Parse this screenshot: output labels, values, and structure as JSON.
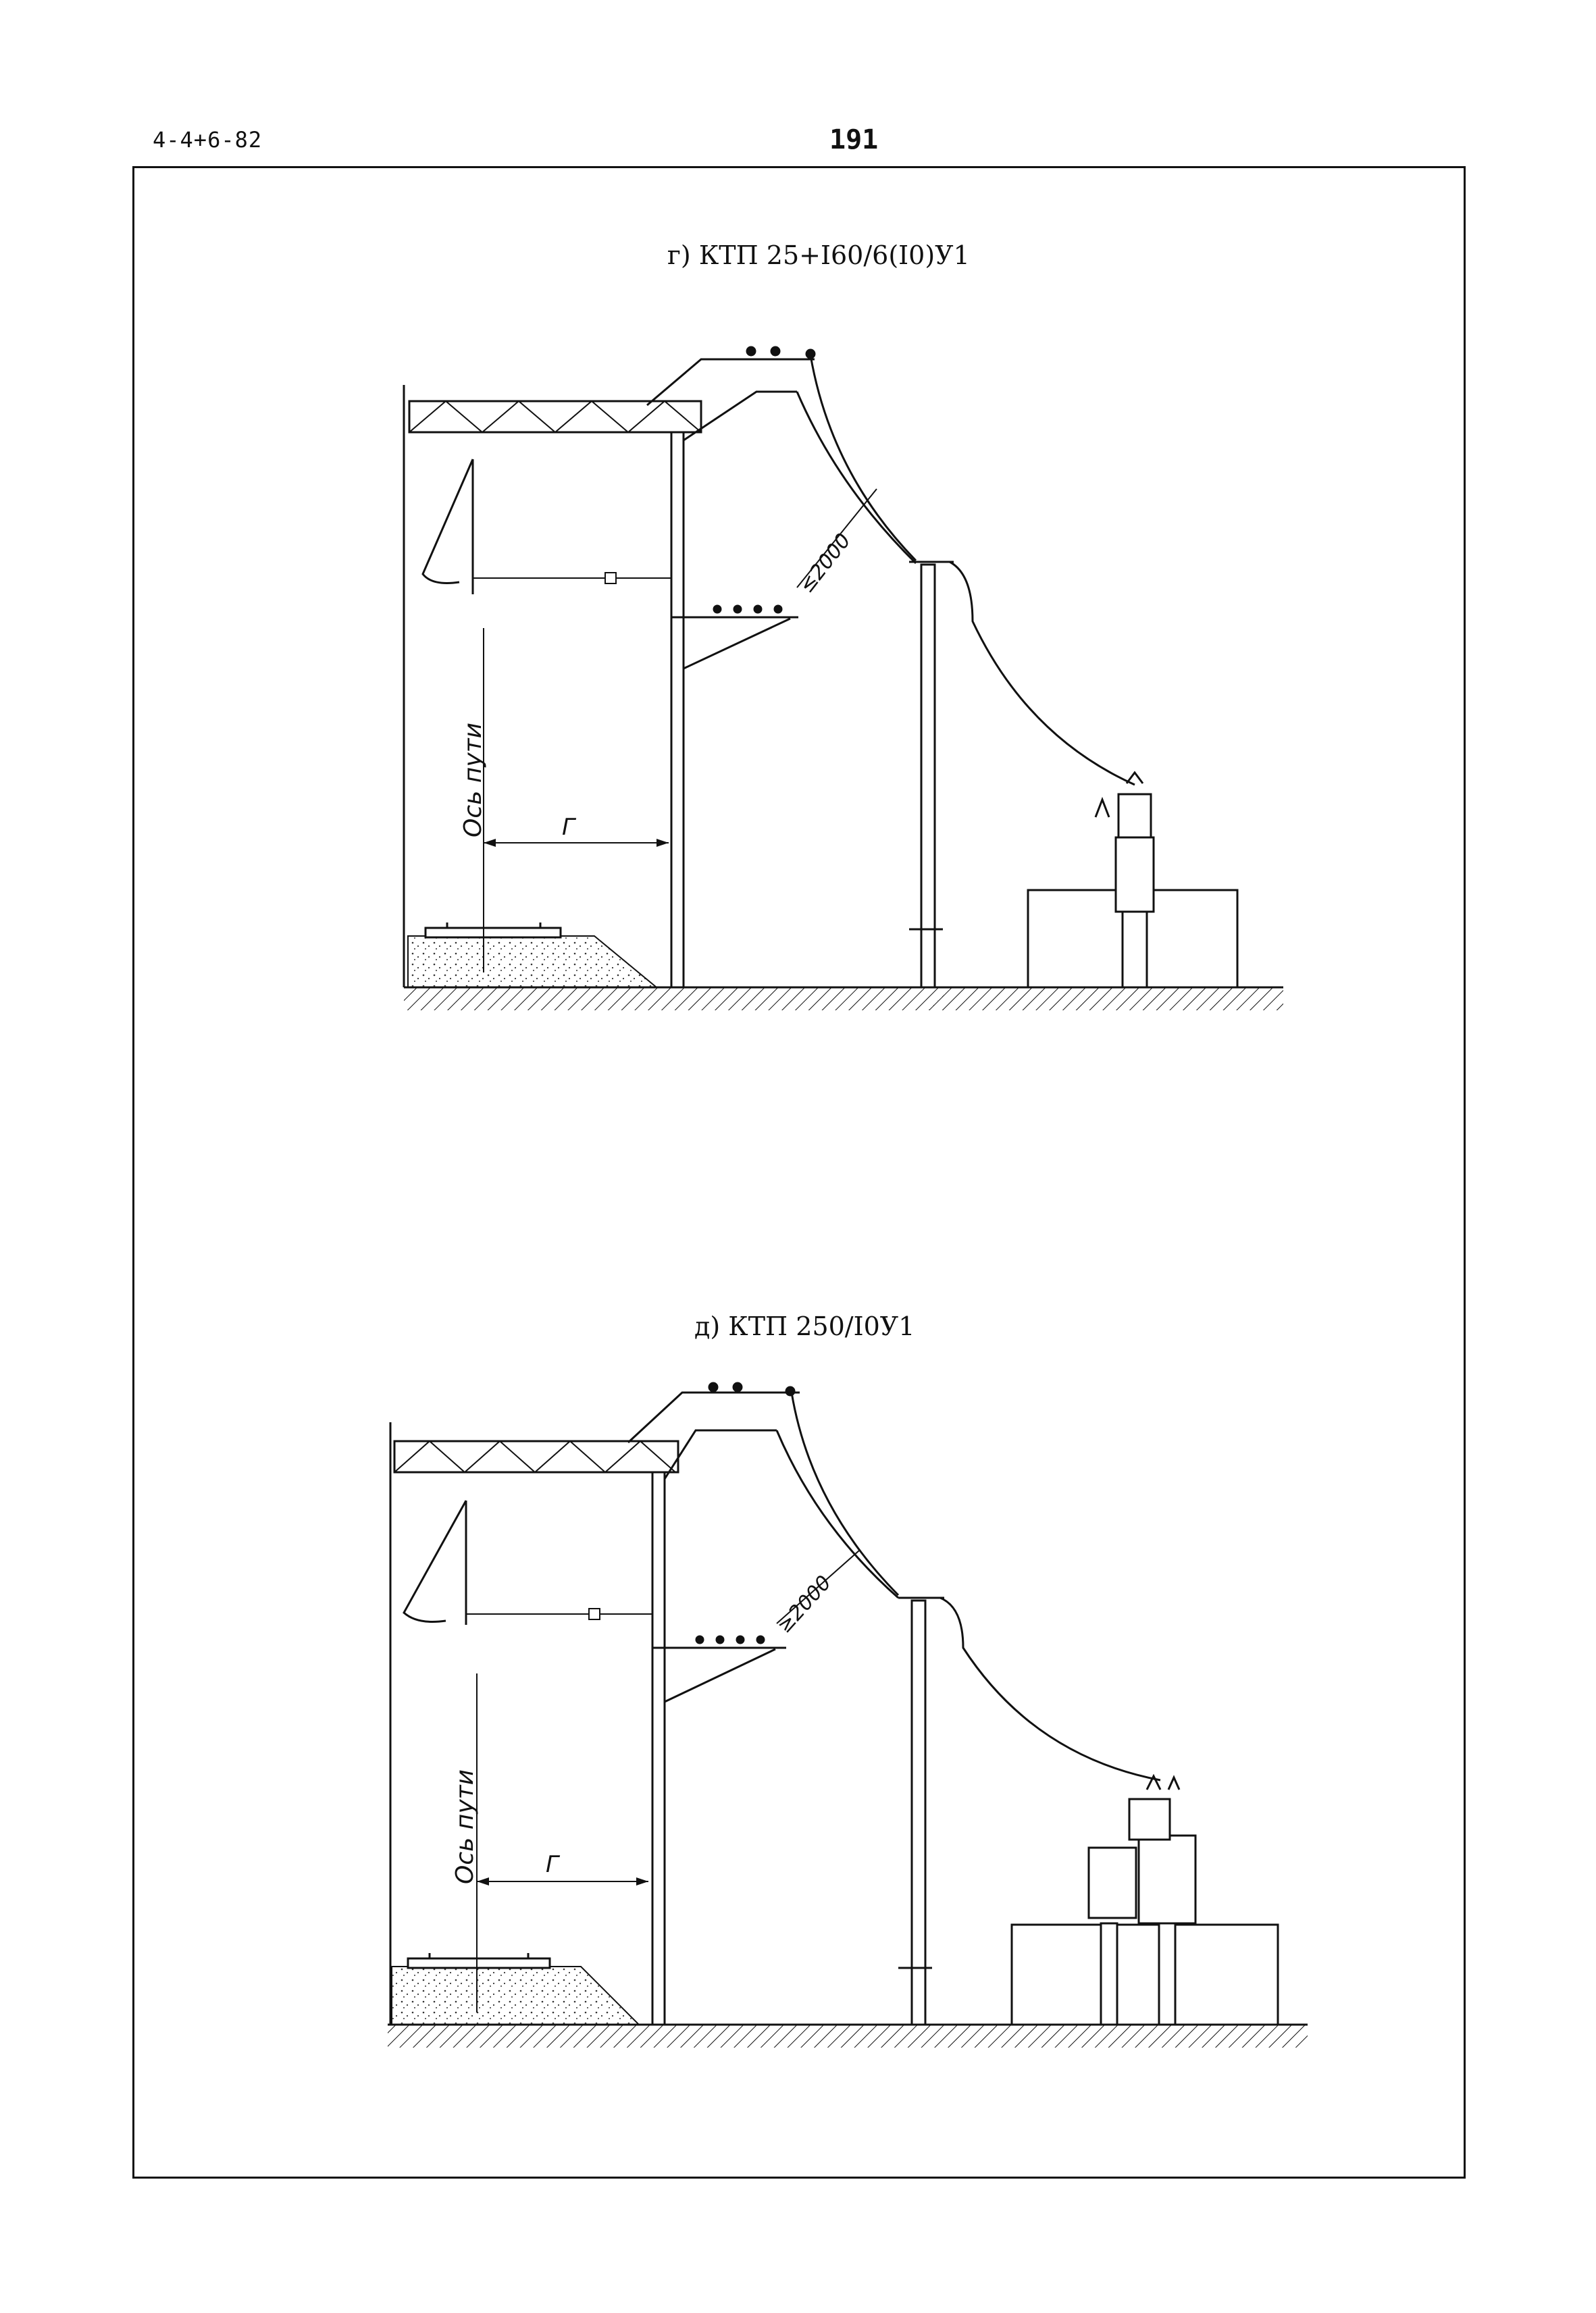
{
  "header": {
    "doc_code": "4-4+6-82",
    "page_number": "191"
  },
  "drawings": [
    {
      "caption": "г) КТП 25+I60/6(I0)У1",
      "dimension_label": "≤2000",
      "track_axis_label": "Ось пути",
      "clearance_label": "Г"
    },
    {
      "caption": "д) КТП 250/I0У1",
      "dimension_label": "≥2000",
      "track_axis_label": "Ось пути",
      "clearance_label": "Г"
    }
  ]
}
